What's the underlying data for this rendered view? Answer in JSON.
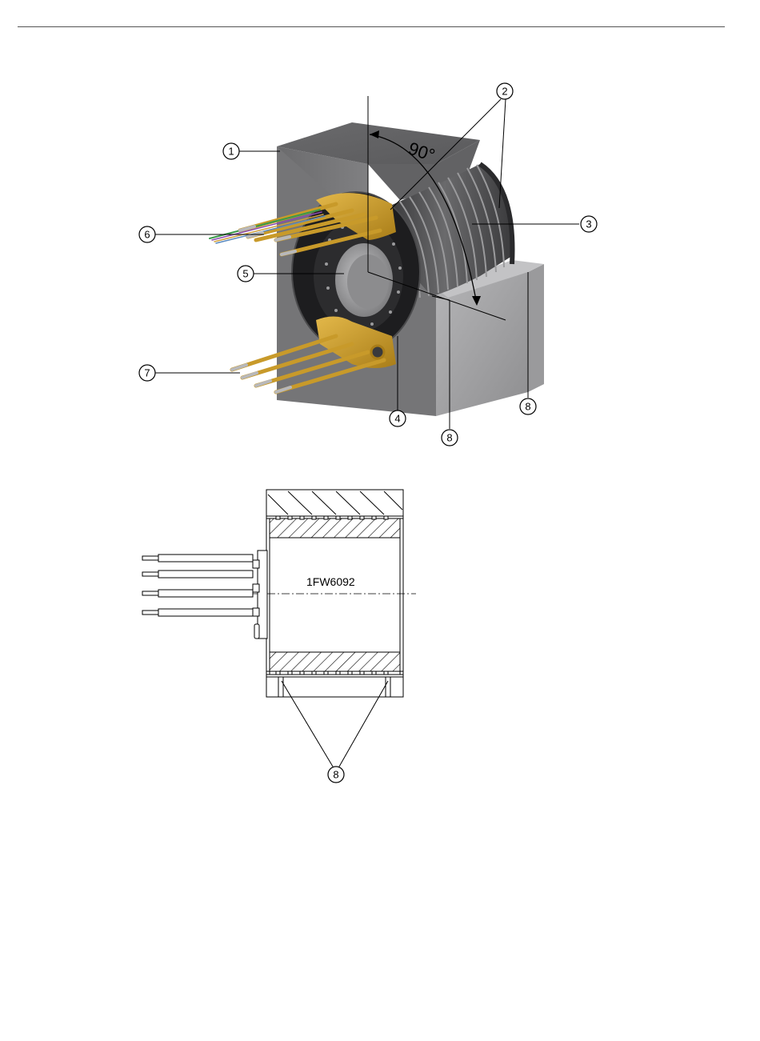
{
  "figure_3d": {
    "angle_label": "90°",
    "callouts": [
      {
        "id": "1",
        "label": "1"
      },
      {
        "id": "2",
        "label": "2"
      },
      {
        "id": "3",
        "label": "3"
      },
      {
        "id": "4",
        "label": "4"
      },
      {
        "id": "5",
        "label": "5"
      },
      {
        "id": "6",
        "label": "6"
      },
      {
        "id": "7",
        "label": "7"
      },
      {
        "id": "8a",
        "label": "8"
      },
      {
        "id": "8b",
        "label": "8"
      }
    ]
  },
  "figure_section": {
    "model_label": "1FW6092",
    "callouts": [
      {
        "id": "8c",
        "label": "8"
      }
    ]
  },
  "colors": {
    "housing_dark": "#6e6e70",
    "housing_light": "#a6a6a8",
    "coil_dark": "#3b3b3d",
    "brass": "#c89a2a",
    "rotor_black": "#1d1d1f"
  }
}
